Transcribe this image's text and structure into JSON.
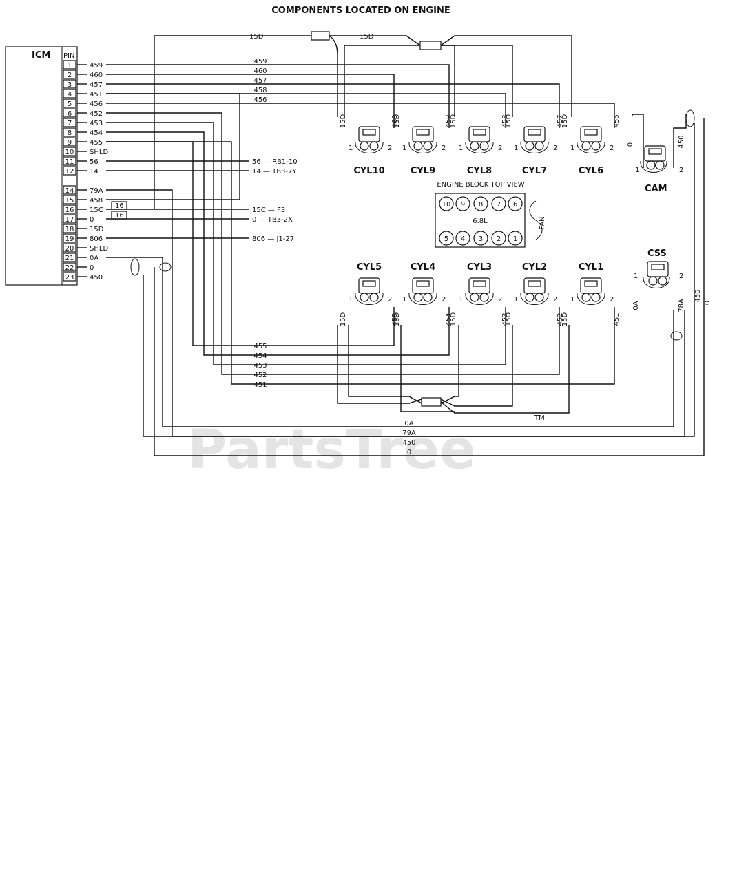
{
  "title": "COMPONENTS LOCATED ON ENGINE",
  "icm": {
    "label": "ICM",
    "pin_header": "PIN",
    "pins": [
      {
        "pin": "1",
        "wire": "459"
      },
      {
        "pin": "2",
        "wire": "460"
      },
      {
        "pin": "3",
        "wire": "457"
      },
      {
        "pin": "4",
        "wire": "451"
      },
      {
        "pin": "5",
        "wire": "456"
      },
      {
        "pin": "6",
        "wire": "452"
      },
      {
        "pin": "7",
        "wire": "453"
      },
      {
        "pin": "8",
        "wire": "454"
      },
      {
        "pin": "9",
        "wire": "455"
      },
      {
        "pin": "10",
        "wire": "SHLD"
      },
      {
        "pin": "11",
        "wire": "56"
      },
      {
        "pin": "12",
        "wire": "14"
      },
      {
        "pin": "14",
        "wire": "79A"
      },
      {
        "pin": "15",
        "wire": "458"
      },
      {
        "pin": "16",
        "wire": "15C"
      },
      {
        "pin": "17",
        "wire": "0"
      },
      {
        "pin": "18",
        "wire": "15D"
      },
      {
        "pin": "19",
        "wire": "806"
      },
      {
        "pin": "20",
        "wire": "SHLD"
      },
      {
        "pin": "21",
        "wire": "0A"
      },
      {
        "pin": "22",
        "wire": "0"
      },
      {
        "pin": "23",
        "wire": "450"
      }
    ],
    "gauge_16_a": "16",
    "gauge_16_b": "16"
  },
  "top_wires": {
    "left": "15D",
    "right": "15D"
  },
  "mid_labels": [
    "459",
    "460",
    "457",
    "458",
    "456"
  ],
  "ext_labels": [
    {
      "wire": "56",
      "dest": "RB1-10"
    },
    {
      "wire": "14",
      "dest": "TB3-7Y"
    },
    {
      "wire": "15C",
      "dest": "F3"
    },
    {
      "wire": "0",
      "dest": "TB3-2X"
    },
    {
      "wire": "806",
      "dest": "J1-27"
    }
  ],
  "upper_cylinders": [
    {
      "name": "CYL10",
      "left": "15D",
      "right": "460"
    },
    {
      "name": "CYL9",
      "left": "15D",
      "right": "459"
    },
    {
      "name": "CYL8",
      "left": "15D",
      "right": "458"
    },
    {
      "name": "CYL7",
      "left": "15D",
      "right": "457"
    },
    {
      "name": "CYL6",
      "left": "15D",
      "right": "456"
    }
  ],
  "lower_cylinders": [
    {
      "name": "CYL5",
      "left": "15D",
      "right": "455"
    },
    {
      "name": "CYL4",
      "left": "15D",
      "right": "454"
    },
    {
      "name": "CYL3",
      "left": "15D",
      "right": "453"
    },
    {
      "name": "CYL2",
      "left": "15D",
      "right": "452"
    },
    {
      "name": "CYL1",
      "left": "15D",
      "right": "451"
    }
  ],
  "pin_one": "1",
  "pin_two": "2",
  "engine_block": {
    "title": "ENGINE BLOCK TOP VIEW",
    "size": "6.8L",
    "fan": "FAN",
    "top_row": [
      "10",
      "9",
      "8",
      "7",
      "6"
    ],
    "bottom_row": [
      "5",
      "4",
      "3",
      "2",
      "1"
    ]
  },
  "cam": {
    "name": "CAM",
    "left": "0",
    "right": "450"
  },
  "css": {
    "name": "CSS",
    "left": "0A",
    "right": "78A"
  },
  "right_vertical": [
    "450",
    "0"
  ],
  "lower_bundle": [
    "455",
    "454",
    "453",
    "452",
    "451"
  ],
  "bottom_bundle": [
    "0A",
    "79A",
    "450",
    "0"
  ],
  "watermark": "PartsTree",
  "watermark_tm": "TM"
}
